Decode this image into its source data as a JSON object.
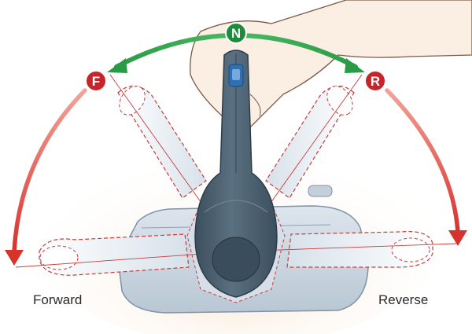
{
  "diagram": {
    "positions": {
      "neutral": {
        "letter": "N",
        "color": "#1e8a3c"
      },
      "forward": {
        "letter": "F",
        "color": "#c8242b"
      },
      "reverse": {
        "letter": "R",
        "color": "#c8242b"
      }
    },
    "labels": {
      "forward": "Forward",
      "reverse": "Reverse"
    },
    "colors": {
      "arc_green": "#2a9b45",
      "arc_red": "#d7322c",
      "housing": "#cfd9e4",
      "lever": "#4d6273",
      "lever_dark": "#3a4d5c",
      "dashed_outline": "#c83c3c",
      "button_blue": "#2f6fb4"
    },
    "icons": [
      "hand-icon",
      "shift-lever-icon"
    ]
  }
}
